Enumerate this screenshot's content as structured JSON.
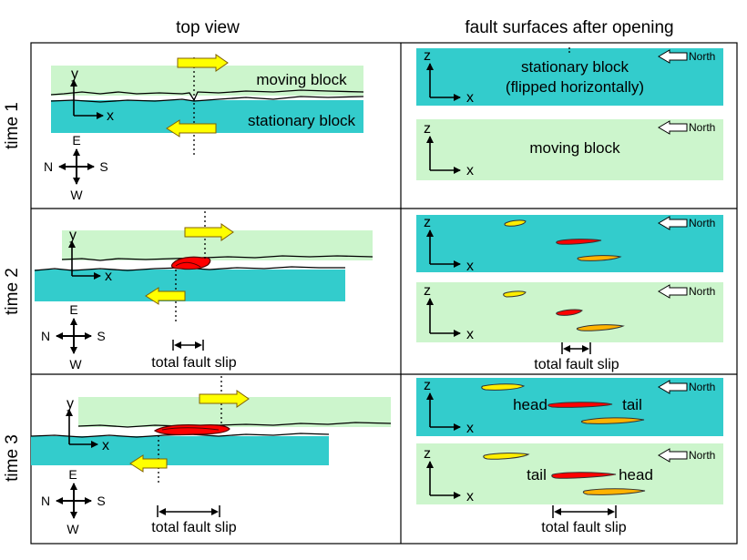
{
  "headers": {
    "left": "top view",
    "right": "fault surfaces after opening"
  },
  "rows": [
    {
      "label": "time 1"
    },
    {
      "label": "time 2"
    },
    {
      "label": "time 3"
    }
  ],
  "blocks": {
    "moving": "moving block",
    "stationary": "stationary block",
    "flipped_note": "(flipped horizontally)"
  },
  "axes": {
    "x": "x",
    "y": "y",
    "z": "z"
  },
  "compass": {
    "n": "N",
    "s": "S",
    "e": "E",
    "w": "W"
  },
  "north_label": "North",
  "slip_label": "total fault slip",
  "patch_labels": {
    "head": "head",
    "tail": "tail"
  },
  "colors": {
    "moving_block": "#ccf5cc",
    "stationary_block": "#33cccc",
    "slip_arrow": "#ffff00",
    "red_patch": "#ff0000",
    "orange_patch": "#ffb300",
    "yellow_patch": "#ffee00"
  }
}
